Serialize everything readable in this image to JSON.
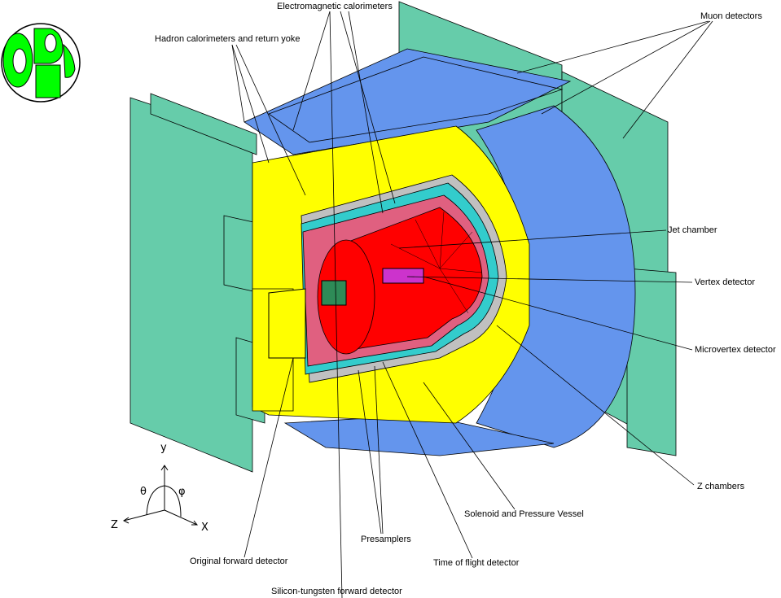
{
  "logo": {
    "text": "OPAL"
  },
  "labels": {
    "em_cal": "Electromagnetic calorimeters",
    "muon": "Muon detectors",
    "hadron": "Hadron calorimeters and return yoke",
    "jet": "Jet chamber",
    "vertex": "Vertex detector",
    "microvertex": "Microvertex detector",
    "zchambers": "Z chambers",
    "solenoid": "Solenoid and Pressure Vessel",
    "presamplers": "Presamplers",
    "tof": "Time of flight detector",
    "orig_fwd": "Original forward detector",
    "si_w_fwd": "Silicon-tungsten forward detector"
  },
  "axes": {
    "y": "y",
    "theta": "θ",
    "phi": "φ",
    "z": "Z",
    "x": "X"
  },
  "colors": {
    "muon_plates": "#66CCAA",
    "yoke_blue": "#6495ED",
    "calorimeter_yellow": "#FFFF00",
    "jet_red": "#FF0000",
    "presampler_cyan": "#33CCCC",
    "solenoid_gray": "#C0C0C0",
    "vertex_magenta": "#CC33CC",
    "logo_green": "#00FF00"
  }
}
